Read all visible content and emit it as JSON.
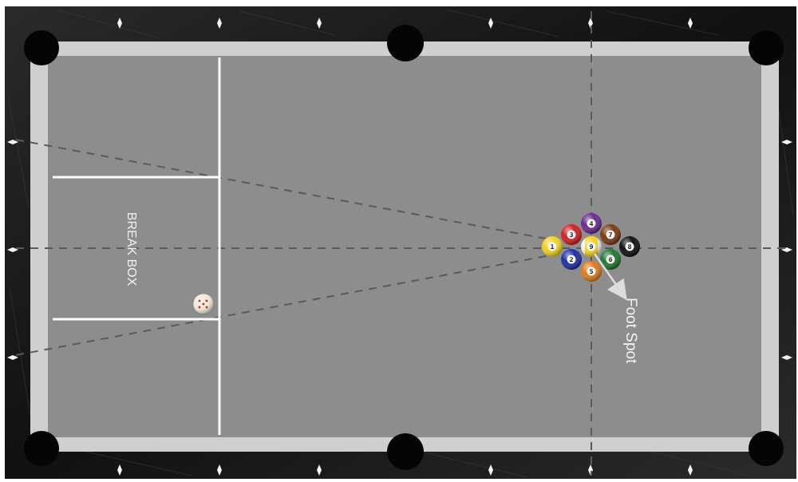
{
  "table": {
    "felt_color": "#8d8d8d",
    "rail_color": "#141414",
    "cushion_color": "#c9c9c9",
    "line_color": "#ffffff",
    "guide_line_color": "#555555"
  },
  "labels": {
    "break_box": "BREAK BOX",
    "foot_spot": "Foot Spot"
  },
  "rack": {
    "game": "9-ball",
    "balls": [
      {
        "number": "1",
        "color": "#f2d21b",
        "stripe": false
      },
      {
        "number": "2",
        "color": "#1f2fa8",
        "stripe": false
      },
      {
        "number": "3",
        "color": "#d41e1e",
        "stripe": false
      },
      {
        "number": "4",
        "color": "#6a2a8e",
        "stripe": false
      },
      {
        "number": "5",
        "color": "#e07b1a",
        "stripe": false
      },
      {
        "number": "6",
        "color": "#1e7a32",
        "stripe": false
      },
      {
        "number": "7",
        "color": "#7a3b14",
        "stripe": false
      },
      {
        "number": "8",
        "color": "#111111",
        "stripe": false
      },
      {
        "number": "9",
        "color": "#f2d21b",
        "stripe": true
      }
    ]
  },
  "cue_ball": {
    "color": "#f1ead8"
  }
}
